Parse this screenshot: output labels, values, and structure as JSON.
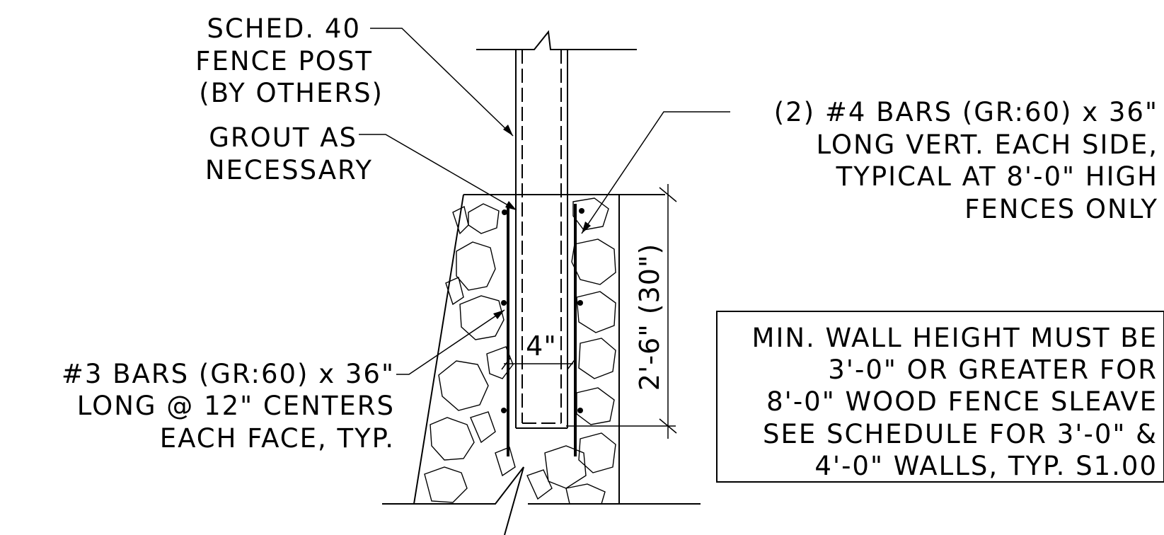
{
  "labels": {
    "sched": "SCHED. 40",
    "fence_post": "FENCE POST",
    "by_others": "(BY OTHERS)",
    "grout": "GROUT AS",
    "necessary": "NECESSARY",
    "bars4_l1": "(2) #4 BARS (GR:60) x 36\"",
    "bars4_l2": "LONG  VERT. EACH SIDE,",
    "bars4_l3": "TYPICAL AT 8'-0\" HIGH",
    "bars4_l4": "FENCES ONLY",
    "bars3_l1": "#3 BARS (GR:60) x 36\"",
    "bars3_l2": "LONG @ 12\" CENTERS",
    "bars3_l3": "EACH FACE, TYP."
  },
  "dimensions": {
    "post_width": "4\"",
    "footing_depth": "2'-6\" (30\")"
  },
  "note": {
    "line1": "MIN. WALL HEIGHT MUST BE",
    "line2": "3'-0\" OR GREATER FOR",
    "line3": "8'-0\" WOOD FENCE SLEAVE",
    "line4": "SEE SCHEDULE FOR 3'-0\" &",
    "line5": "4'-0\" WALLS, TYP. S1.00"
  }
}
